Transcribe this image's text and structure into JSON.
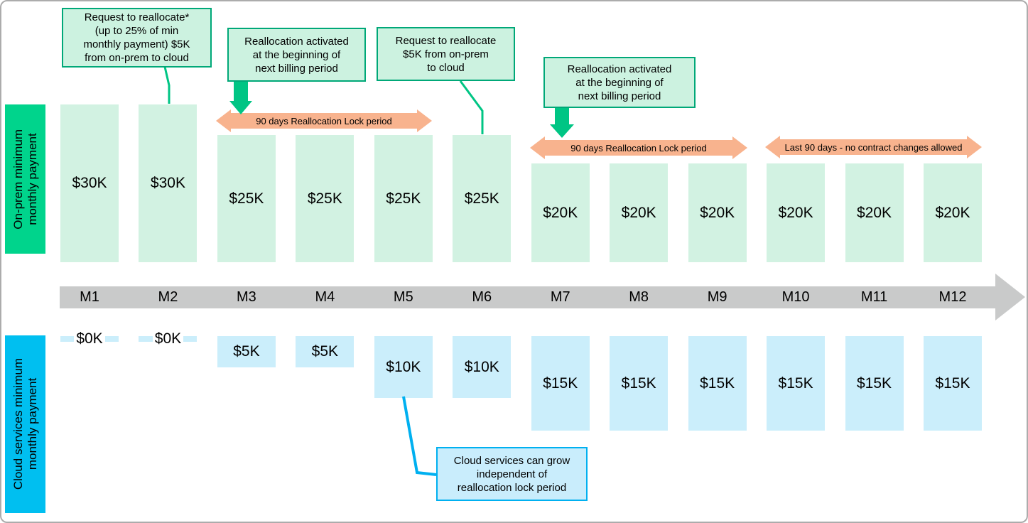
{
  "left_labels": {
    "onprem": "On-prem minimum\nmonthly payment",
    "cloud": "Cloud services minimum\nmonthly payment"
  },
  "callouts": {
    "request1": "Request to reallocate*\n(up to 25% of min\nmonthly payment) $5K\nfrom on-prem to cloud",
    "activated1": "Reallocation activated\nat the beginning of\nnext billing period",
    "request2": "Request to reallocate\n$5K from on-prem\nto cloud",
    "activated2": "Reallocation activated\nat the beginning of\nnext billing period",
    "cloud_growth": "Cloud services can grow\nindependent of\nreallocation lock period"
  },
  "lock_periods": {
    "lock1": "90 days Reallocation Lock period",
    "lock2": "90 days Reallocation Lock period",
    "last90": "Last 90 days - no contract changes allowed"
  },
  "chart_data": {
    "type": "bar",
    "categories": [
      "M1",
      "M2",
      "M3",
      "M4",
      "M5",
      "M6",
      "M7",
      "M8",
      "M9",
      "M10",
      "M11",
      "M12"
    ],
    "series": [
      {
        "name": "On-prem minimum monthly payment",
        "values_k": [
          30,
          30,
          25,
          25,
          25,
          25,
          20,
          20,
          20,
          20,
          20,
          20
        ],
        "labels": [
          "$30K",
          "$30K",
          "$25K",
          "$25K",
          "$25K",
          "$25K",
          "$20K",
          "$20K",
          "$20K",
          "$20K",
          "$20K",
          "$20K"
        ]
      },
      {
        "name": "Cloud services minimum monthly payment",
        "values_k": [
          0,
          0,
          5,
          5,
          10,
          10,
          15,
          15,
          15,
          15,
          15,
          15
        ],
        "labels": [
          "$0K",
          "$0K",
          "$5K",
          "$5K",
          "$10K",
          "$10K",
          "$15K",
          "$15K",
          "$15K",
          "$15K",
          "$15K",
          "$15K"
        ]
      }
    ]
  },
  "colors": {
    "onprem_bar_fill": "#D2F2E2",
    "cloud_bar_fill": "#CBEEFB",
    "onprem_label_bg": "#00D48C",
    "cloud_label_bg": "#00BFF0",
    "callout_green_bg": "#CCF2E0",
    "callout_green_border": "#00A878",
    "callout_blue_bg": "#C9EDFC",
    "callout_blue_border": "#00B0F0",
    "lock_arrow_fill": "#F8B38E",
    "timeline_fill": "#C9CACA",
    "connector_green": "#00C584",
    "connector_blue": "#00B0F0"
  }
}
